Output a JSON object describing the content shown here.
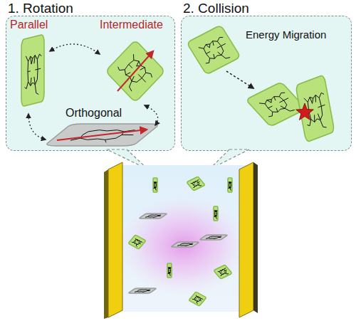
{
  "diagram": {
    "nodes": [
      {
        "text": [
          "1. Rotation"
        ]
      },
      {
        "text": [
          "2. Collision"
        ]
      }
    ],
    "labels": [
      "Parallel",
      "Intermediate",
      "Orthogonal",
      "Energy Migration"
    ]
  }
}
